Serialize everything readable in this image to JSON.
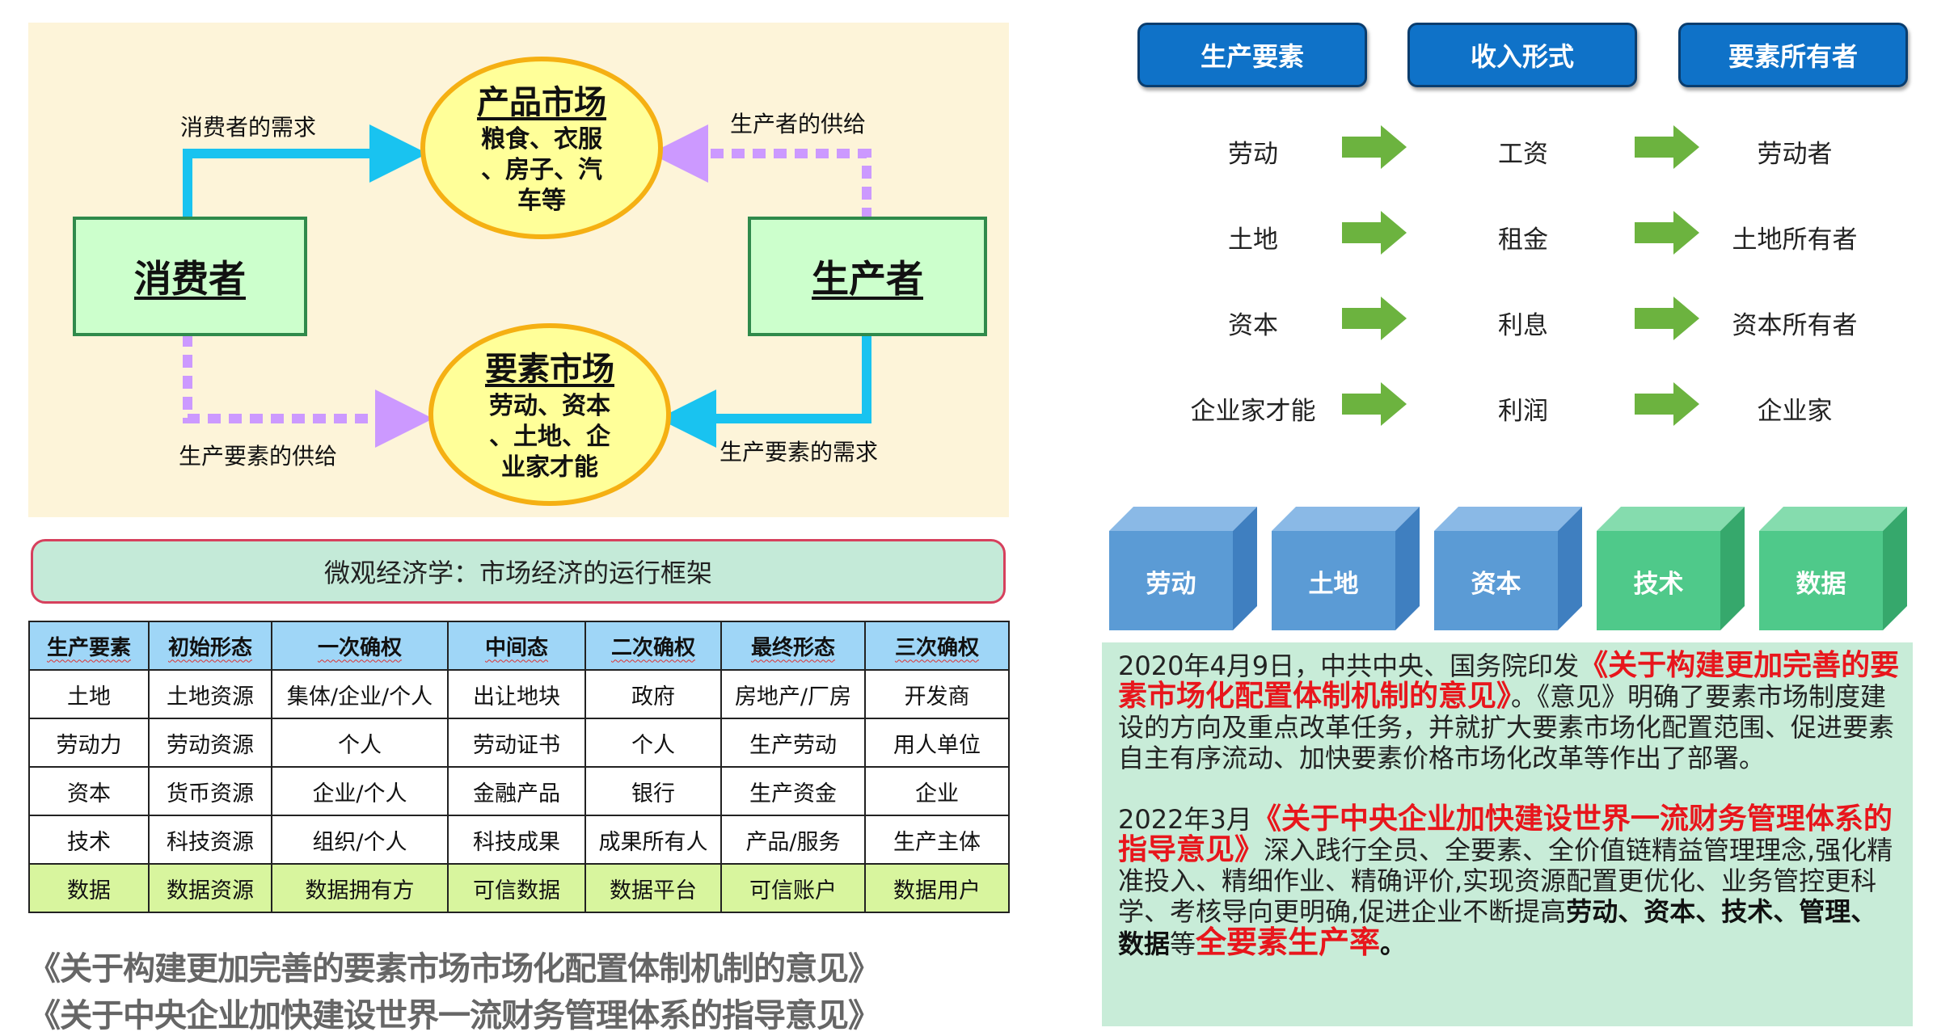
{
  "flow": {
    "consumer": "消费者",
    "producer": "生产者",
    "product_market_title": "产品市场",
    "product_market_body": [
      "粮食、衣服",
      "、房子、汽",
      "车等"
    ],
    "factor_market_title": "要素市场",
    "factor_market_body": [
      "劳动、资本",
      "、土地、企",
      "业家才能"
    ],
    "consumer_demand": "消费者的需求",
    "producer_supply": "生产者的供给",
    "factor_supply": "生产要素的供给",
    "factor_demand": "生产要素的需求",
    "colors": {
      "demand_arrow": "#19c3f0",
      "supply_arrow": "#cc99ff"
    }
  },
  "caption": "微观经济学：市场经济的运行框架",
  "table": {
    "headers": [
      "生产要素",
      "初始形态",
      "一次确权",
      "中间态",
      "二次确权",
      "最终形态",
      "三次确权"
    ],
    "rows": [
      [
        "土地",
        "土地资源",
        "集体/企业/个人",
        "出让地块",
        "政府",
        "房地产/厂房",
        "开发商"
      ],
      [
        "劳动力",
        "劳动资源",
        "个人",
        "劳动证书",
        "个人",
        "生产劳动",
        "用人单位"
      ],
      [
        "资本",
        "货币资源",
        "企业/个人",
        "金融产品",
        "银行",
        "生产资金",
        "企业"
      ],
      [
        "技术",
        "科技资源",
        "组织/个人",
        "科技成果",
        "成果所有人",
        "产品/服务",
        "生产主体"
      ],
      [
        "数据",
        "数据资源",
        "数据拥有方",
        "可信数据",
        "数据平台",
        "可信账户",
        "数据用户"
      ]
    ]
  },
  "titles": [
    "《关于构建更加完善的要素市场市场化配置体制机制的意见》",
    "《关于中央企业加快建设世界一流财务管理体系的指导意见》"
  ],
  "headers": [
    "生产要素",
    "收入形式",
    "要素所有者"
  ],
  "income_rows": [
    [
      "劳动",
      "工资",
      "劳动者"
    ],
    [
      "土地",
      "租金",
      "土地所有者"
    ],
    [
      "资本",
      "利息",
      "资本所有者"
    ],
    [
      "企业家才能",
      "利润",
      "企业家"
    ]
  ],
  "cubes": [
    {
      "label": "劳动",
      "color": "#5b9bd5"
    },
    {
      "label": "土地",
      "color": "#5b9bd5"
    },
    {
      "label": "资本",
      "color": "#5b9bd5"
    },
    {
      "label": "技术",
      "color": "#4fc98a"
    },
    {
      "label": "数据",
      "color": "#4fc98a"
    }
  ],
  "panel": {
    "p1_date": "2020年4月9日，中共中央、国务院印发",
    "p1_title": "《关于构建更加完善的要素市场化配置体制机制的意见》",
    "p1_body": "。《意见》明确了要素市场制度建设的方向及重点改革任务，并就扩大要素市场化配置范围、促进要素自主有序流动、加快要素价格市场化改革等作出了部署。",
    "p2_date": "2022年3月",
    "p2_title": "《关于中央企业加快建设世界一流财务管理体系的指导意见》",
    "p2_body": "深入践行全员、全要素、全价值链精益管理理念,强化精准投入、精细作业、精确评价,实现资源配置更优化、业务管控更科学、考核导向更明确,促进企业不断提高",
    "p2_bold": "劳动、资本、技术、管理、数据",
    "p2_mid": "等",
    "p2_end": "全要素生产率",
    "p2_tail": "。"
  }
}
